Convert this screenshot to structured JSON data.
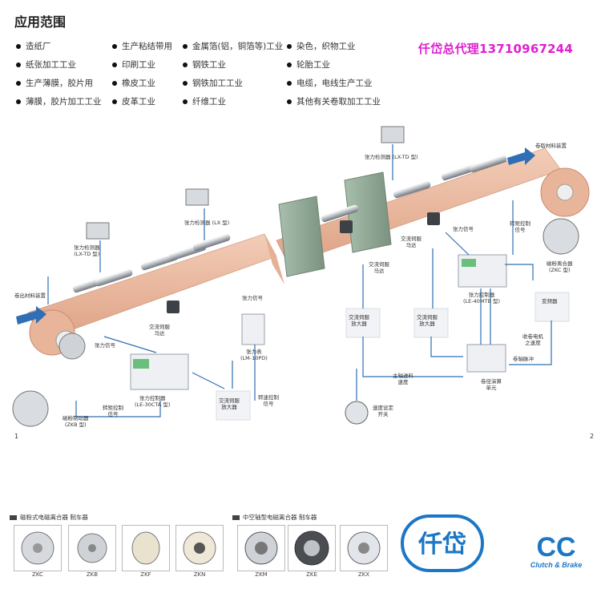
{
  "title": "应用范围",
  "applications": [
    [
      "造纸厂",
      "纸张加工工业",
      "生产薄膜，胶片用",
      "薄膜，胶片加工工业"
    ],
    [
      "生产粘结带用",
      "印刷工业",
      "橡皮工业",
      "皮革工业"
    ],
    [
      "金属箔(铝，铜箔等)工业",
      "钢铁工业",
      "钢铁加工工业",
      "纤维工业"
    ],
    [
      "染色，织物工业",
      "轮胎工业",
      "电缆，电线生产工业",
      "其他有关卷取加工工业"
    ]
  ],
  "agent_text": "仟岱总代理13710967244",
  "diagram_labels": {
    "tension_detector_lxtd_left": "张力检测器\n(LX-TD 型)",
    "tension_detector_lx": "张力检测器 (LX 型)",
    "tension_detector_lxtd_right": "张力检测器 (LX-TD 型)",
    "take_up": "卷取材料装置",
    "unwind": "卷出材料装置",
    "tension_signal_1": "张力信号",
    "tension_signal_2": "张力信号",
    "tension_signal_3": "张力信号",
    "ac_servo_motor_1": "交流伺服\n马达",
    "ac_servo_motor_2": "交流伺服\n马达",
    "ac_servo_motor_3": "交流伺服\n马达",
    "torque_signal_left": "转矩控制\n信号",
    "torque_signal_right": "转矩控制\n信号",
    "tension_controller_left": "张力控制器\n(LE-30CTA 型)",
    "tension_meter": "张力表\n(LM-10PD)",
    "ac_servo_amp_1": "交流伺服\n放大器",
    "ac_servo_amp_2": "交流伺服\n放大器",
    "ac_servo_amp_3": "交流伺服\n放大器",
    "speed_control_signal": "转速控制\n信号",
    "powder_brake": "磁粉制动器\n(ZKB 型)",
    "powder_clutch": "磁粉离合器\n(ZKC 型)",
    "tension_controller_right": "张力控制器\n(LE-40MTB 型)",
    "inverter": "变频器",
    "main_speed": "主轴进料\n速度",
    "speed_switch": "速度设定\n开关",
    "winding_motor_speed": "收卷电机\n之速度",
    "pulse": "卷轴脉冲",
    "calc_unit": "卷径演算\n单元"
  },
  "page_numbers": [
    "1",
    "2"
  ],
  "product_groups": [
    {
      "title": "磁粉式电磁离合器  制车器",
      "items": [
        "ZKC",
        "ZKB",
        "ZKF",
        "ZKN"
      ]
    },
    {
      "title": "中空轴型电磁离合器  制车器",
      "items": [
        "ZKM",
        "ZKE",
        "ZKX"
      ]
    }
  ],
  "brand": {
    "logo_text": "仟岱",
    "tagline": "Clutch & Brake",
    "mark": "CC"
  },
  "colors": {
    "web": "#e9b59a",
    "web_dark": "#c98a6c",
    "arrow": "#2f6fb5",
    "frame": "#8aa28f",
    "agent": "#e01fd0",
    "brand_blue": "#1b77c5"
  }
}
